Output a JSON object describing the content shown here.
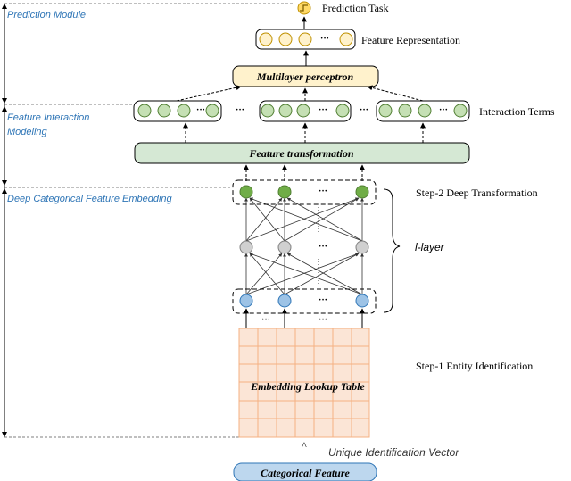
{
  "modules": {
    "prediction": "Prediction Module",
    "interaction_line1": "Feature Interaction",
    "interaction_line2": "Modeling",
    "embedding": "Deep Categorical Feature Embedding"
  },
  "labels": {
    "prediction_task": "Prediction Task",
    "feature_representation": "Feature Representation",
    "mlp": "Multilayer perceptron",
    "interaction_terms": "Interaction Terms",
    "feature_transformation": "Feature transformation",
    "step2": "Step-2 Deep Transformation",
    "l_layer": "l-layer",
    "step1": "Step-1 Entity Identification",
    "lookup_table": "Embedding Lookup Table",
    "uiv": "Unique Identification Vector",
    "categorical_feature": "Categorical Feature",
    "ellipsis": "···",
    "caret": "^"
  },
  "colors": {
    "module_text": "#2E75B6",
    "node_yellow_fill": "#FFF2CC",
    "node_yellow_stroke": "#BF9000",
    "node_green_fill": "#70AD47",
    "node_green_light": "#C5E0B4",
    "node_green_stroke": "#507E32",
    "node_grey_fill": "#D0D0D0",
    "node_blue_fill": "#9DC3E6",
    "node_blue_stroke": "#2E75B6",
    "transform_fill": "#D5E8D4",
    "mlp_fill": "#FFF2CC",
    "table_fill": "#FBE5D6",
    "table_stroke": "#F4B183",
    "catfeat_fill": "#BDD7EE",
    "catfeat_stroke": "#2E75B6"
  },
  "icons": {
    "prediction": "step-function-icon"
  }
}
